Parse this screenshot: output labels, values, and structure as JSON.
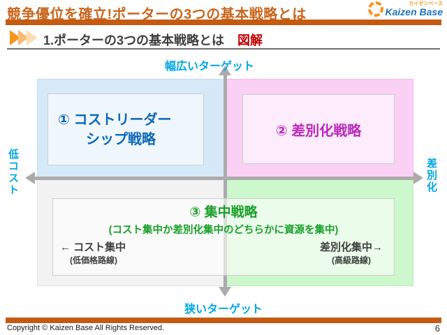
{
  "header": {
    "title": "競争優位を確立!ポーターの3つの基本戦略とは",
    "logo": {
      "small_text": "カイゼンベース",
      "text": "Kaizen Base"
    }
  },
  "subtitle": {
    "text": "1.ポーターの3つの基本戦略とは",
    "badge": "図解"
  },
  "matrix": {
    "axis_labels": {
      "top": "幅広いターゲット",
      "bottom": "狭いターゲット",
      "left": "低コスト",
      "right": "差別化"
    },
    "quadrants": {
      "cost_leadership": {
        "line1": "① コストリーダー",
        "line2": "シップ戦略"
      },
      "differentiation": {
        "label": "② 差別化戦略"
      },
      "focus": {
        "title": "③ 集中戦略",
        "subtitle": "(コスト集中か差別化集中のどちらかに資源を集中)",
        "cost_focus": {
          "label": "← コスト集中",
          "note": "(低価格路線)"
        },
        "diff_focus": {
          "label": "差別化集中→",
          "note": "(高級路線)"
        }
      }
    },
    "colors": {
      "accent_orange": "#C55A11",
      "axis_blue": "#00A6E8",
      "strategy1_blue": "#0B68B8",
      "strategy2_magenta": "#B92AB9",
      "strategy3_green": "#18A029",
      "highlight_red": "#C00000",
      "arrow_gray": "#ABABAB",
      "quad_blue": "#D6E9F8",
      "quad_pink": "#FBD0F5",
      "quad_gray": "#F2F2F2",
      "quad_green": "#CDF7CC"
    }
  },
  "footer": {
    "copyright": "Copyright ©  Kaizen Base  All Rights Reserved.",
    "page_number": "6"
  }
}
